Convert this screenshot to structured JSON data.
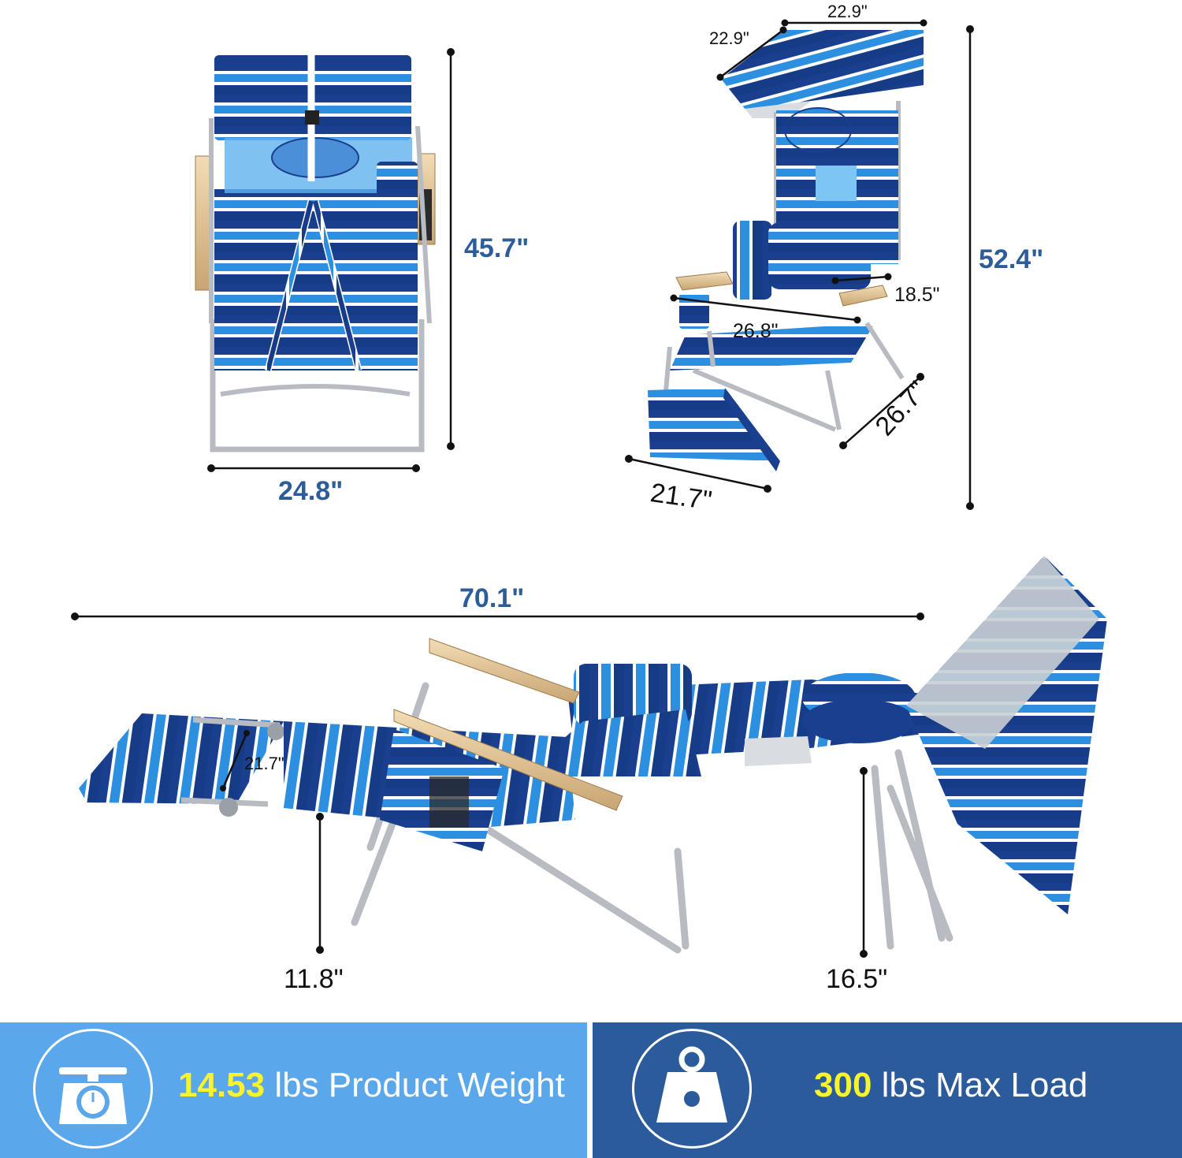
{
  "dimensions": {
    "front_height": "45.7\"",
    "front_width": "24.8\"",
    "canopy_width": "22.9\"",
    "canopy_depth": "22.9\"",
    "total_height": "52.4\"",
    "arm_height": "18.5\"",
    "seat_width": "26.8\"",
    "seat_depth": "26.7\"",
    "footrest_width": "21.7\"",
    "lounger_length": "70.1\"",
    "leg_rest_width": "21.7\"",
    "front_seat_height": "11.8\"",
    "rear_seat_height": "16.5\""
  },
  "features": {
    "weight": {
      "value": "14.53",
      "label": " lbs Product Weight",
      "icon": "scale-icon"
    },
    "load": {
      "value": "300",
      "label": " lbs Max Load",
      "icon": "weight-icon"
    }
  },
  "colors": {
    "label_blue": "#2c5c9a",
    "banner_light_blue": "#5aa7ec",
    "banner_dark_blue": "#2b5b9a",
    "highlight_yellow": "#f8f32b"
  }
}
